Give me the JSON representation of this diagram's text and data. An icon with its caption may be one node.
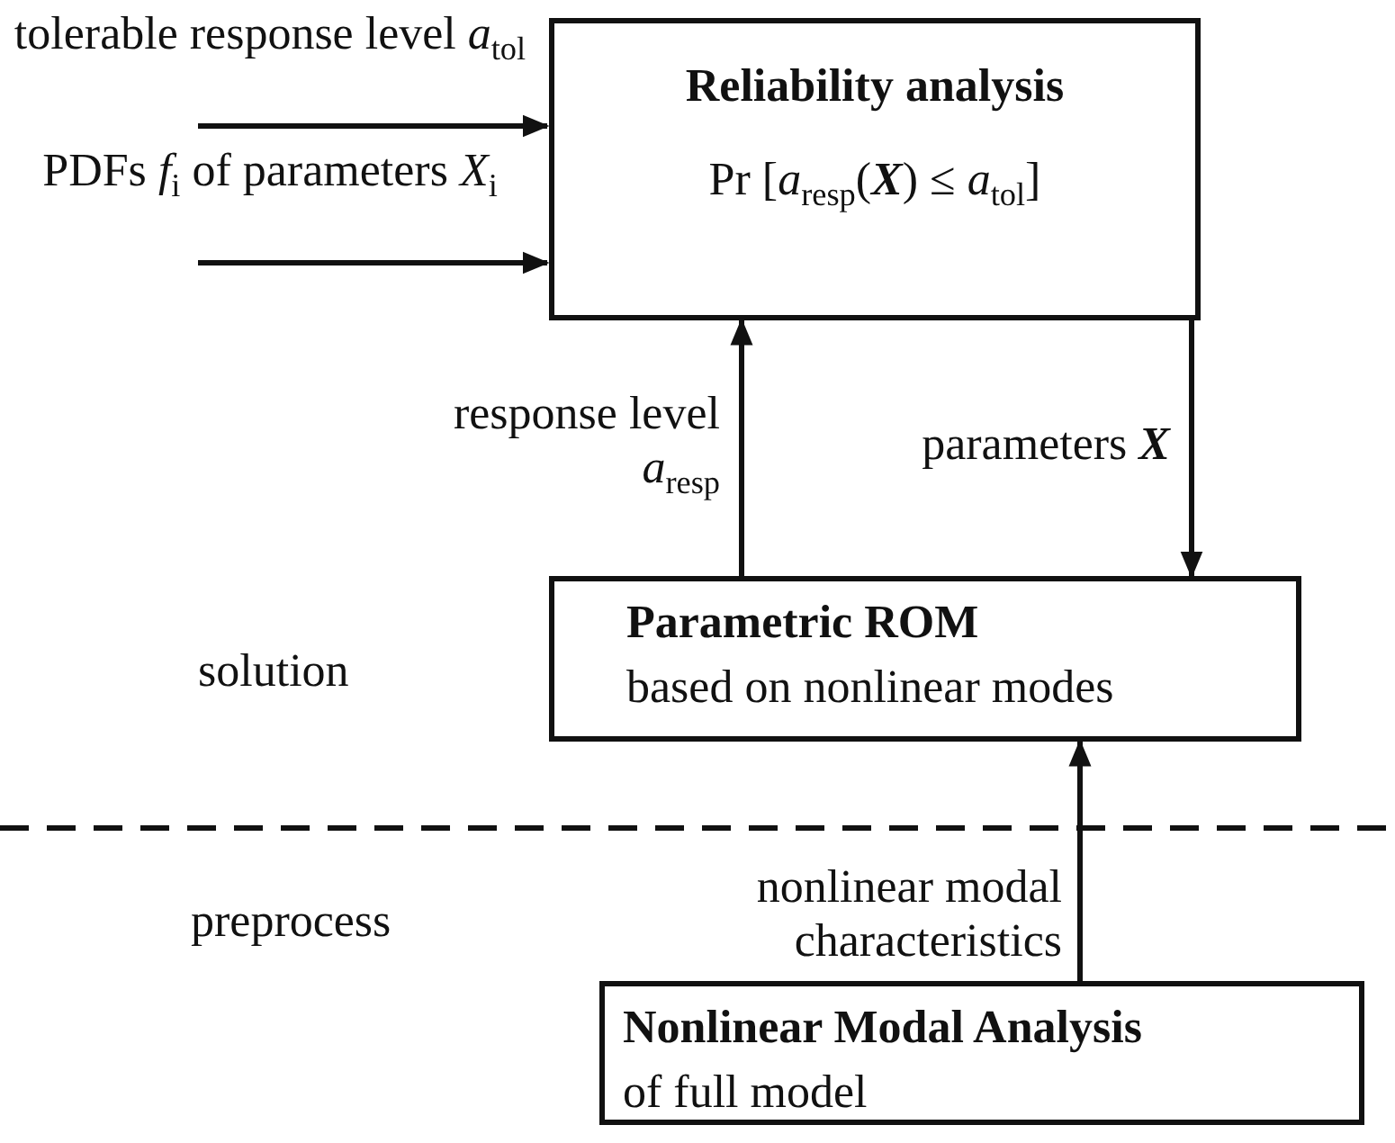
{
  "diagram": {
    "nodes": [
      {
        "text": [
          "Reliability analysis",
          "Pr [*a*$_{resp}$(**X**) ≤ *a*$_{tol}$]"
        ]
      },
      {
        "text": [
          "Parametric ROM",
          "based on nonlinear modes"
        ]
      },
      {
        "text": [
          "Nonlinear Modal Analysis",
          "of full model"
        ]
      }
    ],
    "edges": [
      {
        "from": null,
        "to": 0,
        "arrow": "to",
        "label": "tolerable response level *a*$_{tol}$"
      },
      {
        "from": null,
        "to": 0,
        "arrow": "to",
        "label": "PDFs *f*$_{i}$ of parameters *X*$_{i}$"
      },
      {
        "from": 1,
        "to": 0,
        "arrow": "to",
        "label": "response level *a*$_{resp}$"
      },
      {
        "from": 0,
        "to": 1,
        "arrow": "to",
        "label": "parameters **X**"
      },
      {
        "from": 2,
        "to": 1,
        "arrow": "to",
        "label": "nonlinear modal characteristics"
      }
    ],
    "labels": [
      "solution",
      "preprocess"
    ]
  }
}
